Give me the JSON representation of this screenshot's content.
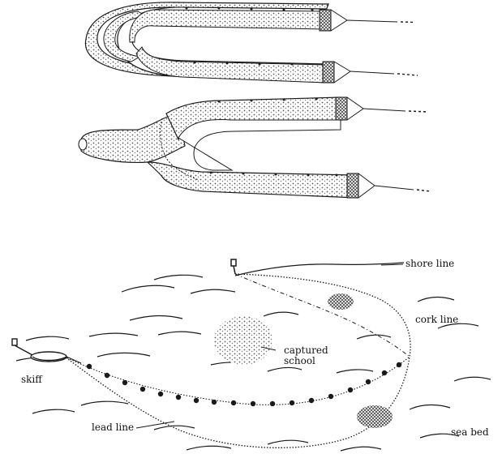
{
  "labels": {
    "shore_line": "shore line",
    "cork_line": "cork line",
    "captured_line1": "captured",
    "captured_line2": "school",
    "skiff": "skiff",
    "lead_line": "lead line",
    "sea_bed": "sea bed"
  },
  "colors": {
    "ink": "#1a1a1a",
    "shade": "#555555",
    "background": "#ffffff"
  }
}
